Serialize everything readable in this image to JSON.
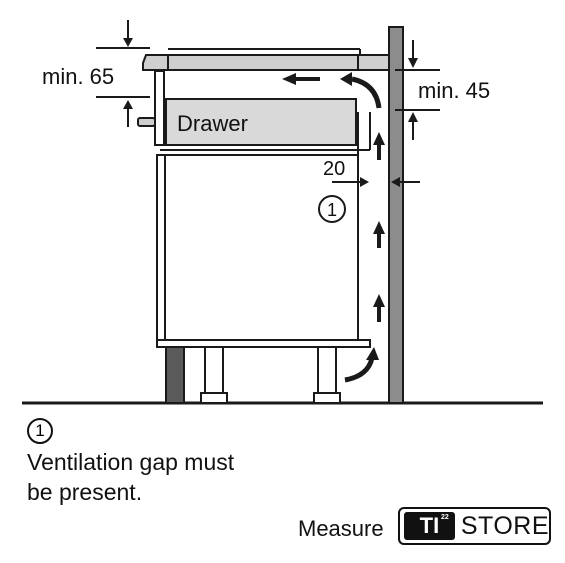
{
  "labels": {
    "min_top": "min. 65",
    "min_right": "min. 45",
    "drawer": "Drawer",
    "gap": "20",
    "marker_number": "1"
  },
  "note": {
    "marker_number": "1",
    "line1": "Ventilation gap must",
    "line2": "be present."
  },
  "footer": {
    "measure_text": "Measure",
    "badge_ti": "TI",
    "badge_sup": "22",
    "badge_store": "STORE"
  },
  "colors": {
    "line": "#1a1a1a",
    "wall_fill": "#8c8c8c",
    "drawer_fill": "#d9d9d9",
    "worktop_fill": "#cfcfcf",
    "plinth_fill": "#5a5a5a"
  }
}
